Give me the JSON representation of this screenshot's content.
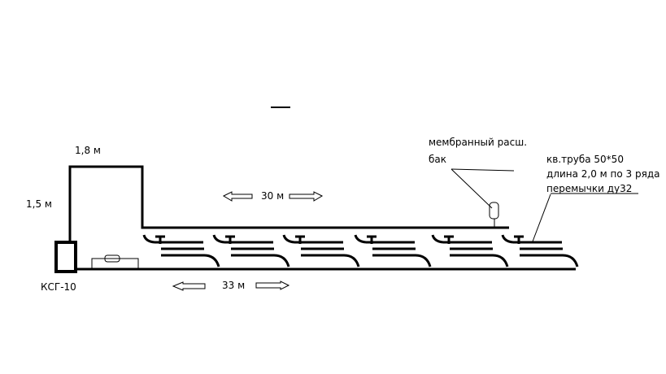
{
  "labels": {
    "top_width": "1,8 м",
    "riser_height": "1,5 м",
    "boiler": "КСГ-10",
    "supply_length": "30 м",
    "return_length": "33 м",
    "tank_line1": "мембранный расш.",
    "tank_line2": "бак",
    "pipe_line1": "кв.труба 50*50",
    "pipe_line2": "длина 2,0 м по 3 ряда",
    "pipe_line3": "перемычки ду32"
  },
  "registers_count": 6,
  "colors": {
    "stroke": "#000000",
    "background": "#ffffff"
  }
}
